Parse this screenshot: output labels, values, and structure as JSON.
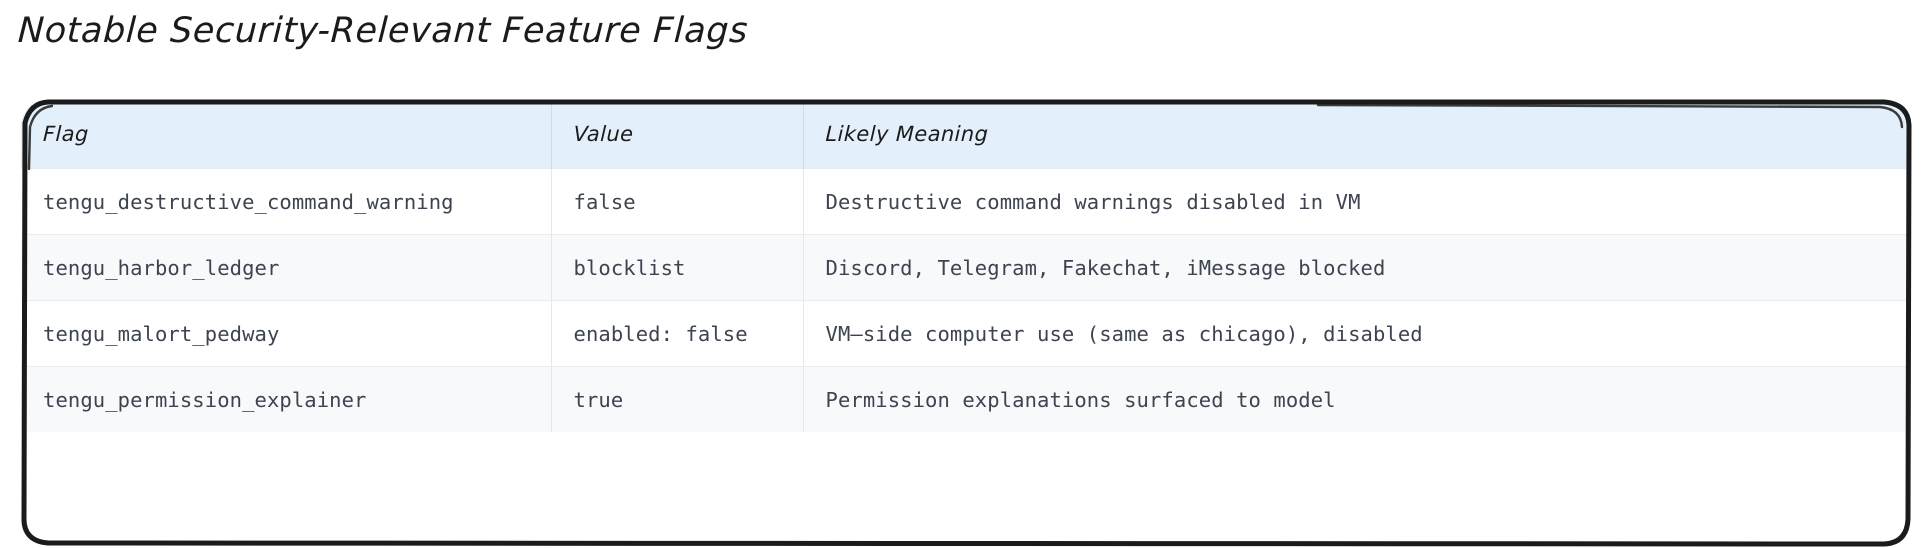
{
  "page": {
    "title": "Notable Security-Relevant Feature Flags",
    "background_color": "#ffffff"
  },
  "table": {
    "name": "security-feature-flags-table",
    "header_background": "#e3f0fb",
    "stripe_background": "#f7f9fb",
    "border_color": "#1b1b1b",
    "text_color": "#3d4450",
    "columns": [
      {
        "key": "flag",
        "label": "Flag"
      },
      {
        "key": "value",
        "label": "Value"
      },
      {
        "key": "meaning",
        "label": "Likely Meaning"
      }
    ],
    "rows": [
      {
        "flag": "tengu_destructive_command_warning",
        "value": "false",
        "meaning": "Destructive command warnings disabled in VM"
      },
      {
        "flag": "tengu_harbor_ledger",
        "value": "blocklist",
        "meaning": "Discord, Telegram, Fakechat, iMessage blocked"
      },
      {
        "flag": "tengu_malort_pedway",
        "value": "enabled: false",
        "meaning": "VM–side computer use (same as chicago), disabled"
      },
      {
        "flag": "tengu_permission_explainer",
        "value": "true",
        "meaning": "Permission explanations surfaced to model"
      }
    ]
  }
}
